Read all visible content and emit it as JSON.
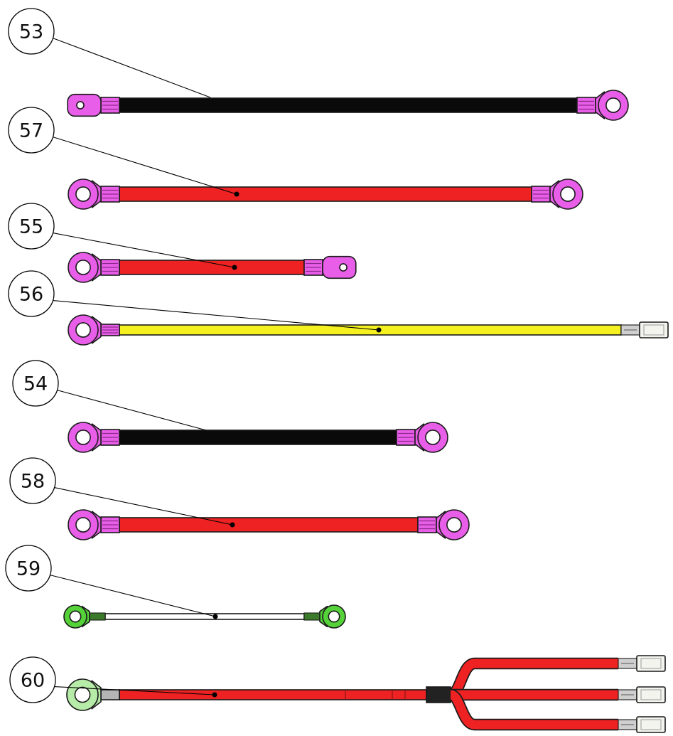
{
  "colors": {
    "lug_magenta": "#e85ee8",
    "lug_green": "#55d13a",
    "lug_pale_green": "#b7eba8",
    "wire_black": "#0a0a0a",
    "wire_red": "#ee2222",
    "wire_yellow": "#f5f020",
    "wire_white": "#ffffff",
    "connector_white": "#f4f4ee",
    "heatshrink_black": "#222222"
  },
  "parts": [
    {
      "label": "53",
      "wire_color": "wire_black",
      "lug": "lug_magenta",
      "left_end": "ring-terminal-small-hole",
      "right_end": "ring-terminal"
    },
    {
      "label": "57",
      "wire_color": "wire_red",
      "lug": "lug_magenta",
      "left_end": "ring-terminal",
      "right_end": "ring-terminal"
    },
    {
      "label": "55",
      "wire_color": "wire_red",
      "lug": "lug_magenta",
      "left_end": "ring-terminal",
      "right_end": "ring-terminal-small-hole"
    },
    {
      "label": "56",
      "wire_color": "wire_yellow",
      "lug": "lug_magenta",
      "left_end": "ring-terminal",
      "right_end": "blade-connector"
    },
    {
      "label": "54",
      "wire_color": "wire_black",
      "lug": "lug_magenta",
      "left_end": "ring-terminal",
      "right_end": "ring-terminal"
    },
    {
      "label": "58",
      "wire_color": "wire_red",
      "lug": "lug_magenta",
      "left_end": "ring-terminal",
      "right_end": "ring-terminal"
    },
    {
      "label": "59",
      "wire_color": "wire_white",
      "lug": "lug_green",
      "left_end": "ring-terminal",
      "right_end": "ring-terminal"
    },
    {
      "label": "60",
      "wire_color": "wire_red",
      "lug": "lug_pale_green",
      "left_end": "ring-terminal",
      "right_end": "three-way-splice-with-blade-connectors"
    }
  ]
}
